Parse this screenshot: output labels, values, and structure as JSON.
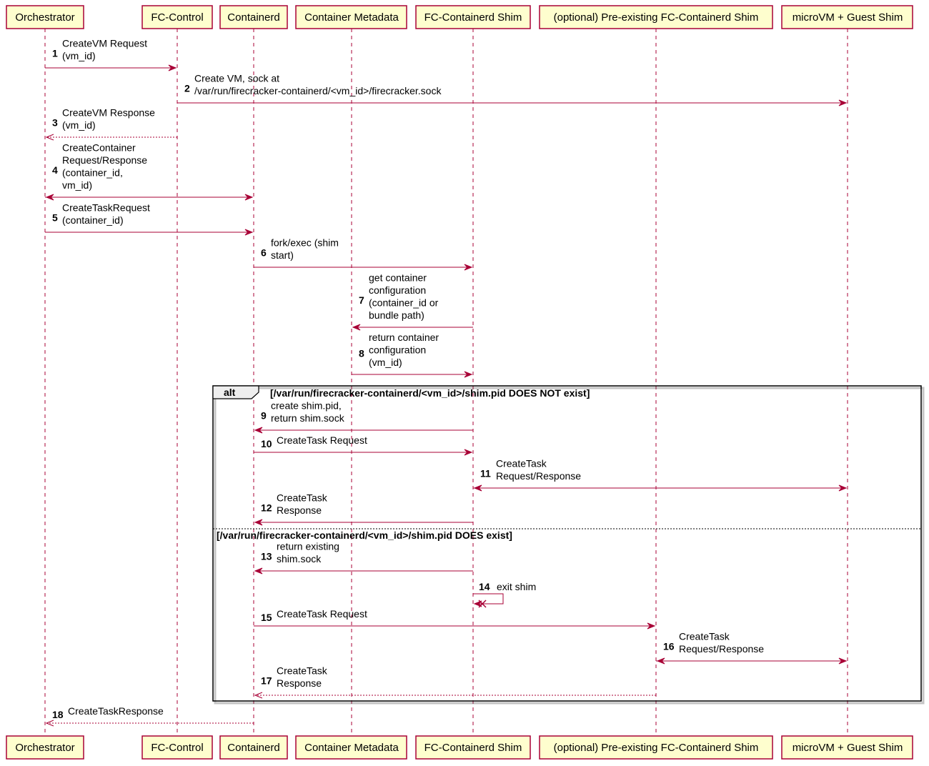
{
  "participants": [
    {
      "id": "orch",
      "label": "Orchestrator"
    },
    {
      "id": "fcc",
      "label": "FC-Control"
    },
    {
      "id": "ctd",
      "label": "Containerd"
    },
    {
      "id": "meta",
      "label": "Container Metadata"
    },
    {
      "id": "shim",
      "label": "FC-Containerd Shim"
    },
    {
      "id": "preshim",
      "label": "(optional) Pre-existing FC-Containerd Shim"
    },
    {
      "id": "vm",
      "label": "microVM + Guest Shim"
    }
  ],
  "messages": [
    {
      "num": "1",
      "from": "orch",
      "to": "fcc",
      "lines": [
        "CreateVM Request",
        "(vm_id)"
      ],
      "style": "solid"
    },
    {
      "num": "2",
      "from": "fcc",
      "to": "vm",
      "lines": [
        "Create VM, sock at",
        "/var/run/firecracker-containerd/<vm_id>/firecracker.sock"
      ],
      "style": "solid"
    },
    {
      "num": "3",
      "from": "fcc",
      "to": "orch",
      "lines": [
        "CreateVM Response",
        "(vm_id)"
      ],
      "style": "dotted"
    },
    {
      "num": "4",
      "from": "orch",
      "to": "ctd",
      "lines": [
        "CreateContainer",
        "Request/Response",
        "(container_id,",
        "vm_id)"
      ],
      "style": "solid",
      "bidirectional": true
    },
    {
      "num": "5",
      "from": "orch",
      "to": "ctd",
      "lines": [
        "CreateTaskRequest",
        "(container_id)"
      ],
      "style": "solid"
    },
    {
      "num": "6",
      "from": "ctd",
      "to": "shim",
      "lines": [
        "fork/exec (shim",
        "start)"
      ],
      "style": "solid"
    },
    {
      "num": "7",
      "from": "shim",
      "to": "meta",
      "lines": [
        "get container",
        "configuration",
        "(container_id or",
        "bundle path)"
      ],
      "style": "solid"
    },
    {
      "num": "8",
      "from": "meta",
      "to": "shim",
      "lines": [
        "return container",
        "configuration",
        "(vm_id)"
      ],
      "style": "solid"
    },
    {
      "num": "9",
      "from": "shim",
      "to": "ctd",
      "lines": [
        "create shim.pid,",
        "return shim.sock"
      ],
      "style": "solid"
    },
    {
      "num": "10",
      "from": "ctd",
      "to": "shim",
      "lines": [
        "CreateTask Request"
      ],
      "style": "solid"
    },
    {
      "num": "11",
      "from": "shim",
      "to": "vm",
      "lines": [
        "CreateTask",
        "Request/Response"
      ],
      "style": "solid",
      "bidirectional": true
    },
    {
      "num": "12",
      "from": "shim",
      "to": "ctd",
      "lines": [
        "CreateTask",
        "Response"
      ],
      "style": "solid"
    },
    {
      "num": "13",
      "from": "shim",
      "to": "ctd",
      "lines": [
        "return existing",
        "shim.sock"
      ],
      "style": "solid"
    },
    {
      "num": "14",
      "from": "shim",
      "to": "shim",
      "lines": [
        "exit shim"
      ],
      "style": "solid",
      "self": true,
      "destroy": true
    },
    {
      "num": "15",
      "from": "ctd",
      "to": "preshim",
      "lines": [
        "CreateTask Request"
      ],
      "style": "solid"
    },
    {
      "num": "16",
      "from": "preshim",
      "to": "vm",
      "lines": [
        "CreateTask",
        "Request/Response"
      ],
      "style": "solid",
      "bidirectional": true
    },
    {
      "num": "17",
      "from": "preshim",
      "to": "ctd",
      "lines": [
        "CreateTask",
        "Response"
      ],
      "style": "dotted"
    },
    {
      "num": "18",
      "from": "ctd",
      "to": "orch",
      "lines": [
        "CreateTaskResponse"
      ],
      "style": "dotted"
    }
  ],
  "alt_frame": {
    "label": "alt",
    "guard_1": "[/var/run/firecracker-containerd/<vm_id>/shim.pid DOES NOT exist]",
    "guard_2": "[/var/run/firecracker-containerd/<vm_id>/shim.pid DOES exist]"
  },
  "colors": {
    "line": "#A80036",
    "box_fill": "#FEFECE"
  }
}
